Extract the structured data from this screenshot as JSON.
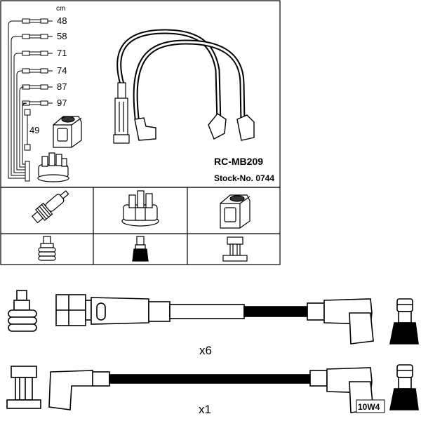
{
  "product": {
    "code": "RC-MB209",
    "stock": "Stock-No. 0744"
  },
  "lengths": {
    "unit": "cm",
    "items": [
      "48",
      "58",
      "71",
      "74",
      "87",
      "97"
    ],
    "coil_lead": "49"
  },
  "quantities": {
    "plug_lead": "x6",
    "coil_lead": "x1"
  },
  "logo": {
    "text": "10W4"
  },
  "components": {
    "row1": [
      "spark-plug-icon",
      "distributor-cap-icon",
      "ignition-coil-icon"
    ],
    "row2": [
      "plug-terminal-icon",
      "cap-terminal-icon",
      "coil-terminal-icon"
    ]
  }
}
